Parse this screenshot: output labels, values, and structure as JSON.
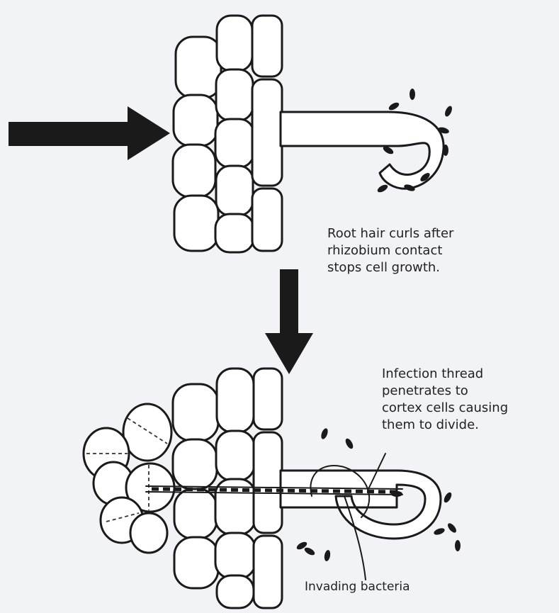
{
  "diagram": {
    "captions": {
      "curl": "Root hair curls after\nrhizobium contact\nstops cell growth.",
      "thread": "Infection thread\npenetrates to\ncortex cells causing\nthem to divide.",
      "invading": "Invading bacteria"
    },
    "colors": {
      "background": "#f2f3f6",
      "ink": "#1a1a1a",
      "cell_fill": "#ffffff"
    }
  }
}
